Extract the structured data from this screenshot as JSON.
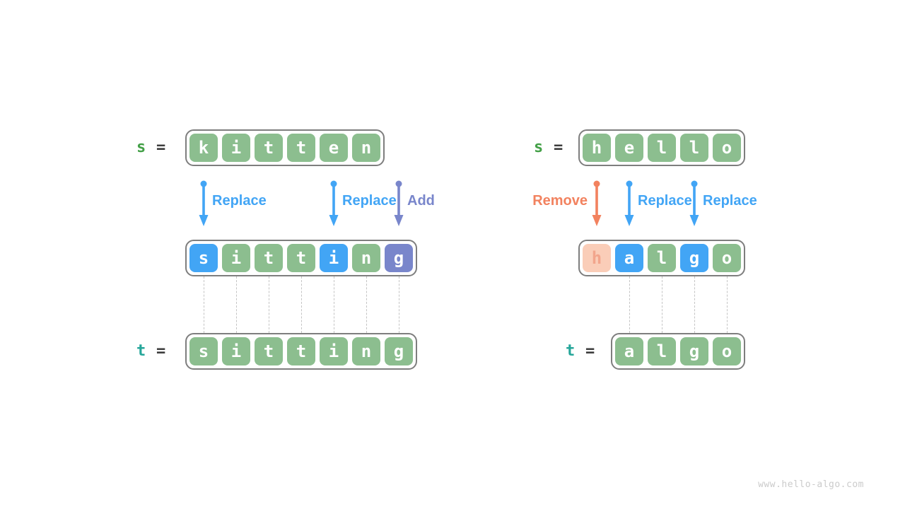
{
  "watermark": "www.hello-algo.com",
  "colors": {
    "cell_green": "#8CBE8F",
    "cell_blue": "#42A5F5",
    "cell_indigo": "#7986CB",
    "cell_peach_bg": "#FACDB8",
    "cell_peach_text": "#F2A58C",
    "cell_text": "#FFFFFF",
    "op_blue": "#42A5F5",
    "op_indigo": "#7986CB",
    "op_orange": "#F2825F",
    "s_label": "#43A047",
    "t_label": "#26A69A",
    "equals": "#3D3D3D",
    "frame_border": "#7E7E7E",
    "connector": "#C4C4C4",
    "watermark_text": "#CBCBCB"
  },
  "panels": [
    {
      "side": "left",
      "source_label": "s",
      "target_label": "t",
      "equals": "=",
      "source_cells": [
        {
          "ch": "k",
          "variant": "green"
        },
        {
          "ch": "i",
          "variant": "green"
        },
        {
          "ch": "t",
          "variant": "green"
        },
        {
          "ch": "t",
          "variant": "green"
        },
        {
          "ch": "e",
          "variant": "green"
        },
        {
          "ch": "n",
          "variant": "green"
        }
      ],
      "result_cells": [
        {
          "ch": "s",
          "variant": "blue"
        },
        {
          "ch": "i",
          "variant": "green"
        },
        {
          "ch": "t",
          "variant": "green"
        },
        {
          "ch": "t",
          "variant": "green"
        },
        {
          "ch": "i",
          "variant": "blue"
        },
        {
          "ch": "n",
          "variant": "green"
        },
        {
          "ch": "g",
          "variant": "indigo"
        }
      ],
      "target_cells": [
        {
          "ch": "s",
          "variant": "green"
        },
        {
          "ch": "i",
          "variant": "green"
        },
        {
          "ch": "t",
          "variant": "green"
        },
        {
          "ch": "t",
          "variant": "green"
        },
        {
          "ch": "i",
          "variant": "green"
        },
        {
          "ch": "n",
          "variant": "green"
        },
        {
          "ch": "g",
          "variant": "green"
        }
      ],
      "operations": [
        {
          "label": "Replace",
          "variant": "blue",
          "index": 0,
          "side": "right"
        },
        {
          "label": "Replace",
          "variant": "blue",
          "index": 4,
          "side": "right"
        },
        {
          "label": "Add",
          "variant": "indigo",
          "index": 6,
          "side": "right"
        }
      ],
      "connectors": [
        0,
        1,
        2,
        3,
        4,
        5,
        6
      ]
    },
    {
      "side": "right",
      "source_label": "s",
      "target_label": "t",
      "equals": "=",
      "source_cells": [
        {
          "ch": "h",
          "variant": "green"
        },
        {
          "ch": "e",
          "variant": "green"
        },
        {
          "ch": "l",
          "variant": "green"
        },
        {
          "ch": "l",
          "variant": "green"
        },
        {
          "ch": "o",
          "variant": "green"
        }
      ],
      "result_cells": [
        {
          "ch": "h",
          "variant": "peach"
        },
        {
          "ch": "a",
          "variant": "blue"
        },
        {
          "ch": "l",
          "variant": "green"
        },
        {
          "ch": "g",
          "variant": "blue"
        },
        {
          "ch": "o",
          "variant": "green"
        }
      ],
      "target_cells": [
        {
          "ch": "a",
          "variant": "green"
        },
        {
          "ch": "l",
          "variant": "green"
        },
        {
          "ch": "g",
          "variant": "green"
        },
        {
          "ch": "o",
          "variant": "green"
        }
      ],
      "operations": [
        {
          "label": "Remove",
          "variant": "orange",
          "index": 0,
          "side": "left"
        },
        {
          "label": "Replace",
          "variant": "blue",
          "index": 1,
          "side": "right"
        },
        {
          "label": "Replace",
          "variant": "blue",
          "index": 3,
          "side": "right"
        }
      ],
      "connectors": [
        1,
        2,
        3,
        4
      ]
    }
  ]
}
